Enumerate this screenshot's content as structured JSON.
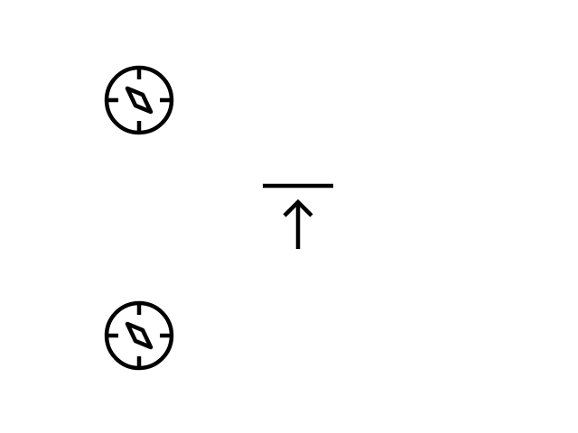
{
  "theme": {
    "background": "#ffffff",
    "icon_color": "#000000"
  },
  "icons": [
    {
      "name": "compass-icon",
      "id": "compass-top"
    },
    {
      "name": "upload-arrow-to-top-icon",
      "id": "upload-center"
    },
    {
      "name": "compass-icon",
      "id": "compass-bottom"
    }
  ]
}
